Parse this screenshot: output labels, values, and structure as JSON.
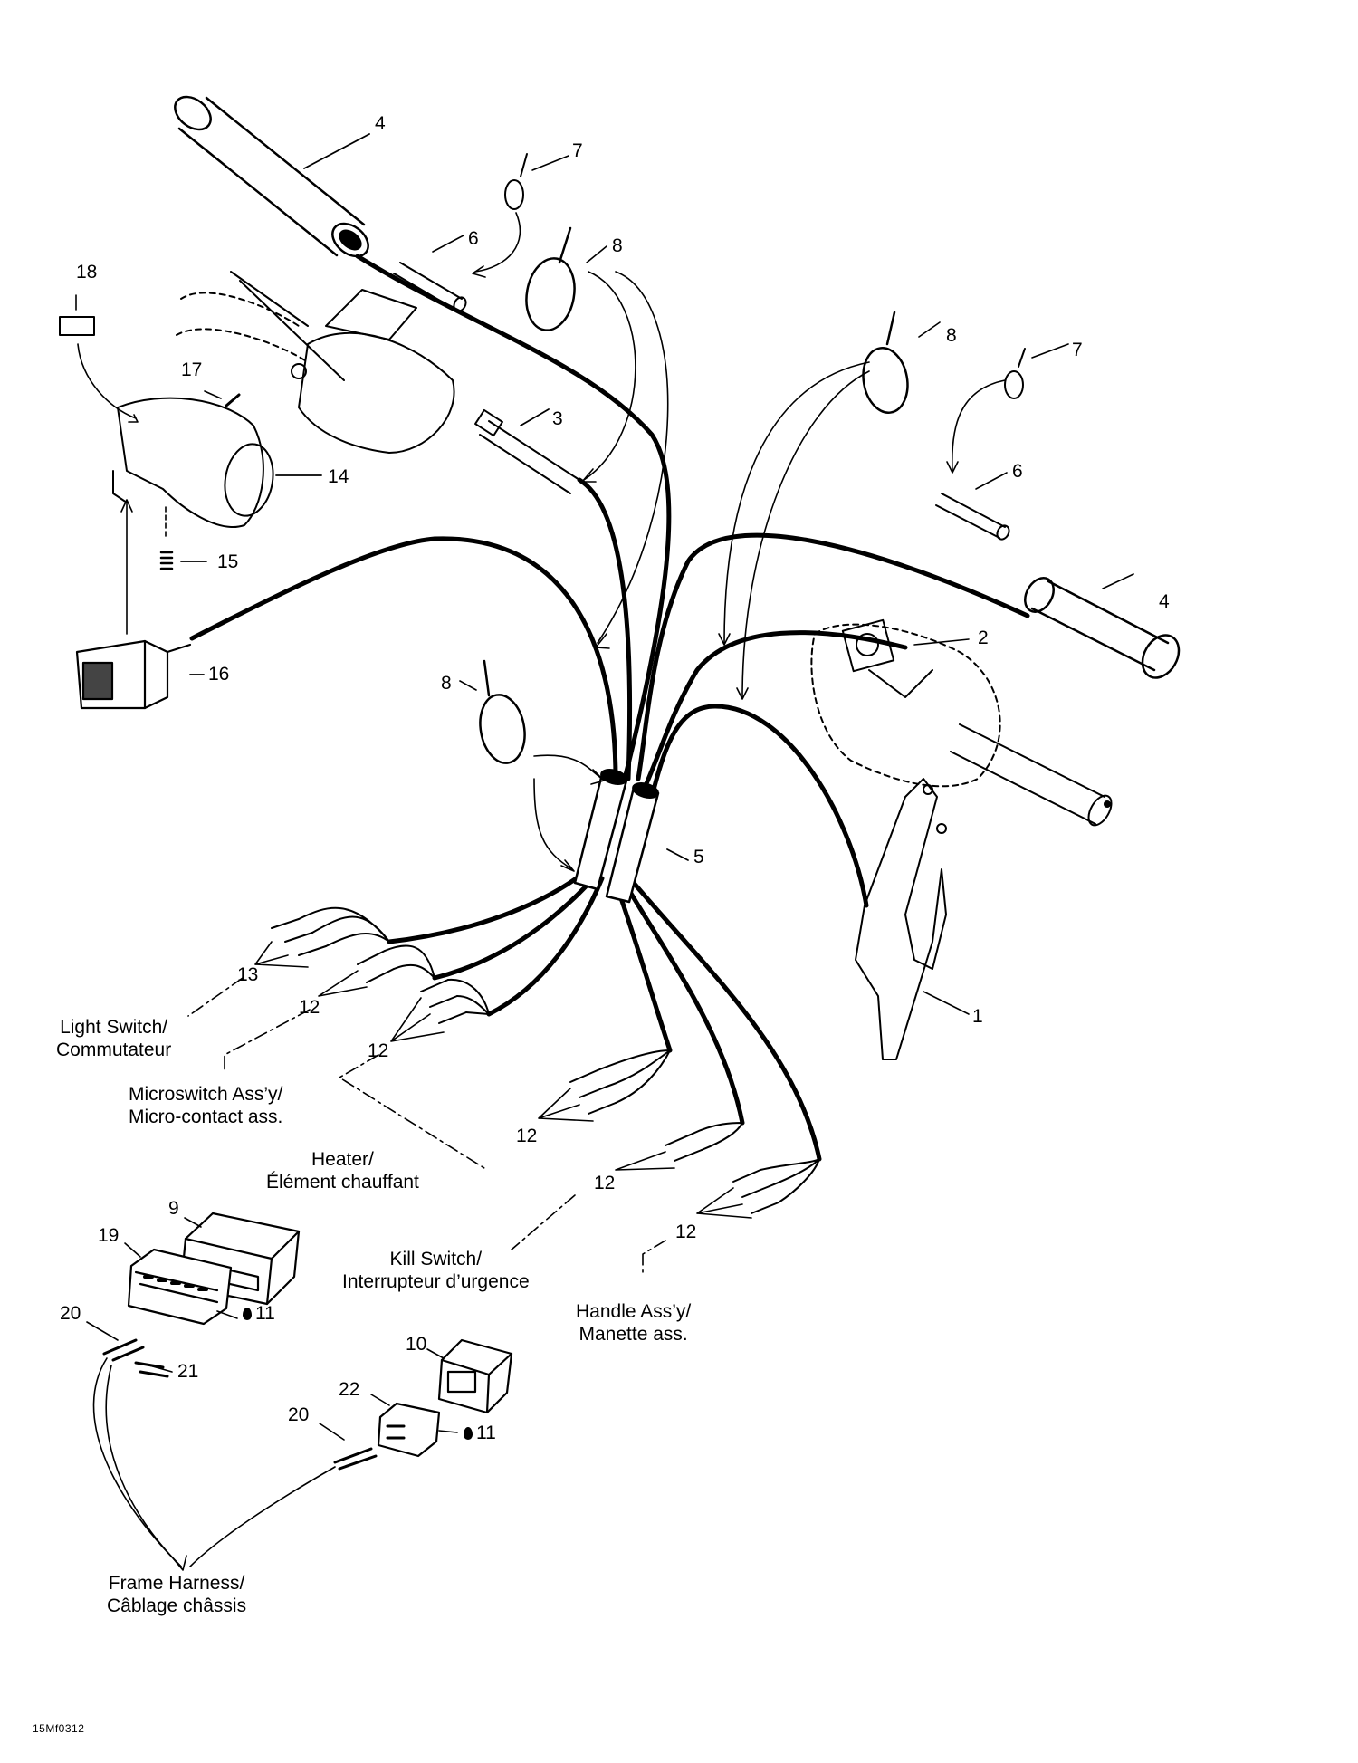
{
  "callouts": {
    "c1": "1",
    "c2": "2",
    "c3": "3",
    "c4a": "4",
    "c4b": "4",
    "c5": "5",
    "c6a": "6",
    "c6b": "6",
    "c7a": "7",
    "c7b": "7",
    "c8a": "8",
    "c8b": "8",
    "c8c": "8",
    "c9": "9",
    "c10": "10",
    "c11a": "11",
    "c11b": "11",
    "c12a": "12",
    "c12b": "12",
    "c12c": "12",
    "c12d": "12",
    "c12e": "12",
    "c13": "13",
    "c14": "14",
    "c15": "15",
    "c16": "16",
    "c17": "17",
    "c18": "18",
    "c19": "19",
    "c20a": "20",
    "c20b": "20",
    "c21": "21",
    "c22": "22"
  },
  "labels": {
    "light_switch": [
      "Light Switch/",
      "Commutateur"
    ],
    "microswitch": [
      "Microswitch Ass’y/",
      "Micro-contact ass."
    ],
    "heater": [
      "Heater/",
      "Élément chauffant"
    ],
    "kill_switch": [
      "Kill Switch/",
      "Interrupteur d’urgence"
    ],
    "handle": [
      "Handle Ass’y/",
      "Manette ass."
    ],
    "frame_harness": [
      "Frame Harness/",
      "Câblage châssis"
    ]
  },
  "figure_code": "15Mf0312",
  "colors": {
    "ink": "#000000",
    "paper": "#ffffff"
  }
}
